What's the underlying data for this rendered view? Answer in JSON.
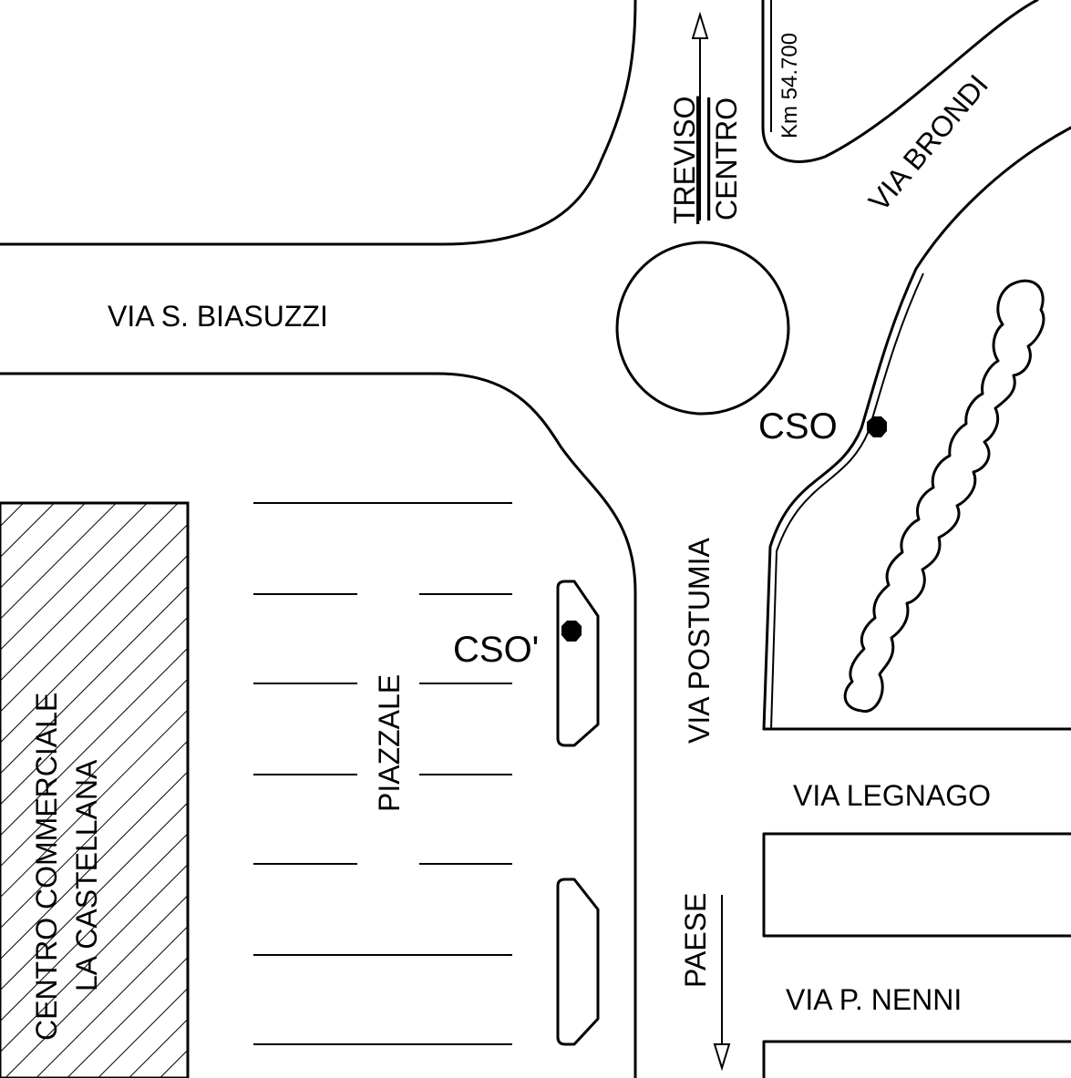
{
  "map": {
    "colors": {
      "line": "#000000",
      "background": "#ffffff"
    },
    "labels": {
      "via_biasuzzi": "VIA S. BIASUZZI",
      "treviso": "TREVISO",
      "centro": "CENTRO",
      "km": "Km 54.700",
      "via_brondi": "VIA BRONDI",
      "cso": "CSO",
      "cso_prime": "CSO'",
      "via_postumia": "VIA POSTUMIA",
      "piazzale": "PIAZZALE",
      "centro_commerciale": "CENTRO COMMERCIALE",
      "la_castellana": "LA CASTELLANA",
      "via_legnago": "VIA LEGNAGO",
      "paese": "PAESE",
      "via_nenni": "VIA P. NENNI"
    },
    "icons": {
      "station_marker": "octagon-dot-icon",
      "arrow_up": "arrow-up-icon",
      "arrow_down": "arrow-down-icon",
      "tree_row": "tree-row-icon",
      "hatched_building": "hatched-building-icon"
    }
  }
}
